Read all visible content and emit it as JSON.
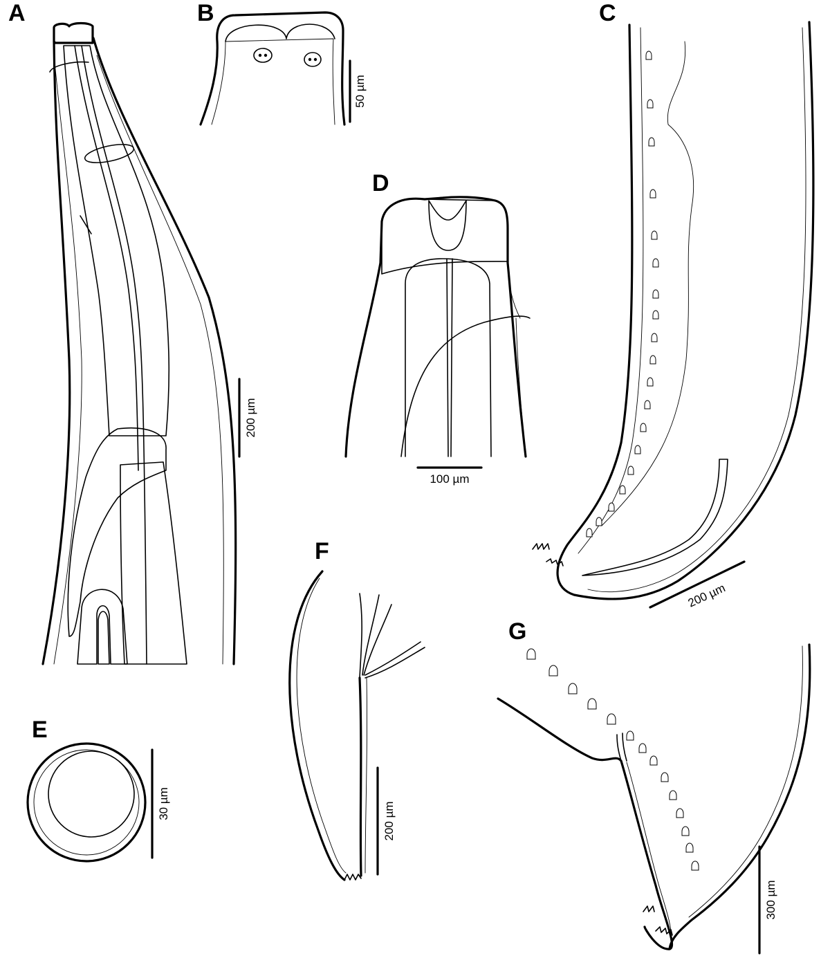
{
  "figure": {
    "background": "#ffffff",
    "ink": "#000000",
    "panels": [
      {
        "letter": "A",
        "scale_label": "200 µm"
      },
      {
        "letter": "B",
        "scale_label": "50 µm"
      },
      {
        "letter": "C",
        "scale_label": "200 µm"
      },
      {
        "letter": "D",
        "scale_label": "100 µm"
      },
      {
        "letter": "E",
        "scale_label": "30 µm"
      },
      {
        "letter": "F",
        "scale_label": "200 µm"
      },
      {
        "letter": "G",
        "scale_label": "300 µm"
      }
    ]
  }
}
